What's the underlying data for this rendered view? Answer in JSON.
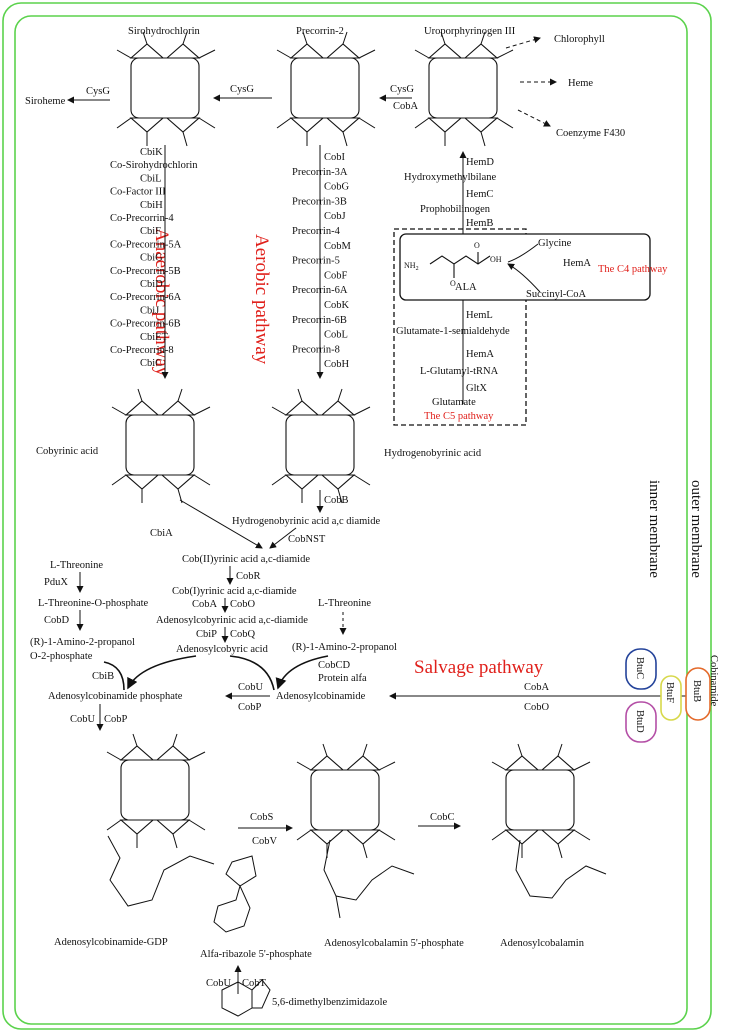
{
  "compartments": {
    "inner_membrane": "inner membrane",
    "outer_membrane": "outer membrane"
  },
  "pathways": {
    "anaerobic": "Anaerobic pathway",
    "aerobic": "Aerobic pathway",
    "salvage": "Salvage pathway",
    "c4": "The C4 pathway",
    "c5": "The C5 pathway"
  },
  "top_molecules": {
    "sirohydrochlorin": "Sirohydrochlorin",
    "precorrin2": "Precorrin-2",
    "uroporphyrinogen": "Uroporphyrinogen III",
    "siroheme": "Siroheme",
    "chlorophyll": "Chlorophyll",
    "heme": "Heme",
    "coenzyme": "Coenzyme F430"
  },
  "top_enzymes": {
    "cysg_left": "CysG",
    "cysg_mid": "CysG",
    "cysg_right": "CysG",
    "coba_uro": "CobA"
  },
  "anaerobic_chain": [
    "CbiK",
    "Co-Sirohydrochlorin",
    "CbiL",
    "Co-Factor III",
    "CbiH",
    "Co-Precorrin-4",
    "CbiF",
    "Co-Precorrin-5A",
    "CbiG",
    "Co-Precorrin-5B",
    "CbiD",
    "Co-Precorrin-6A",
    "CbiJ",
    "Co-Precorrin-6B",
    "CbiET",
    "Co-Precorrin-8",
    "CbiC"
  ],
  "aerobic_chain": [
    "CobI",
    "Precorrin-3A",
    "CobG",
    "Precorrin-3B",
    "CobJ",
    "Precorrin-4",
    "CobM",
    "Precorrin-5",
    "CobF",
    "Precorrin-6A",
    "CobK",
    "Precorrin-6B",
    "CobL",
    "Precorrin-8",
    "CobH"
  ],
  "ala_pathway": {
    "hemd": "HemD",
    "hydroxymethylbilane": "Hydroxymethylbilane",
    "hemc": "HemC",
    "prophobilinogen": "Prophobilinogen",
    "hemb": "HemB",
    "glycine": "Glycine",
    "hema_c4": "HemA",
    "succinyl": "Succinyl-CoA",
    "ala": "ALA",
    "heml": "HemL",
    "glutamate_semialdehyde": "Glutamate-1-semialdehyde",
    "hema_c5": "HemA",
    "glutamyl_trna": "L-Glutamyl-tRNA",
    "gltx": "GltX",
    "glutamate": "Glutamate"
  },
  "corrins": {
    "cobyrinic": "Cobyrinic acid",
    "hydrogenobyrinic": "Hydrogenobyrinic acid"
  },
  "middle": {
    "cobb": "CobB",
    "hba_diamide": "Hydrogenobyrinic acid a,c diamide",
    "cbia": "CbiA",
    "cobnst": "CobNST",
    "cob2": "Cob(II)yrinic acid a,c-diamide",
    "cobr": "CobR",
    "cob1": "Cob(I)yrinic acid a,c-diamide",
    "coba": "CobA",
    "cobo": "CobO",
    "adenosylcobyrinic": "Adenosylcobyrinic acid a,c-diamide",
    "cbip": "CbiP",
    "cobq": "CobQ",
    "adenosylcobyric": "Adenosylcobyric acid",
    "l_threonine_left": "L-Threonine",
    "pdux": "PduX",
    "threonine_phosphate": "L-Threonine-O-phosphate",
    "cobd": "CobD",
    "amino_propanol_phosphate_1": "(R)-1-Amino-2-propanol",
    "amino_propanol_phosphate_2": "O-2-phosphate",
    "l_threonine_right": "L-Threonine",
    "amino_propanol": "(R)-1-Amino-2-propanol",
    "cobcd_1": "CobCD",
    "cobcd_2": "Protein alfa",
    "cbib": "CbiB",
    "adenosylcobinamide_phosphate": "Adenosylcobinamide phosphate",
    "cobu_mid": "CobU",
    "cobp_mid": "CobP",
    "adenosylcobinamide": "Adenosylcobinamide",
    "coba_salvage": "CobA",
    "cobo_salvage": "CobO"
  },
  "transport": {
    "cobinamide": "Cobinamide",
    "btuc": "BtuC",
    "btuf": "BtuF",
    "btub": "BtuB",
    "btud": "BtuD"
  },
  "bottom": {
    "cobu_left": "CobU",
    "cobp_left": "CobP",
    "gdp": "Adenosylcobinamide-GDP",
    "cobs": "CobS",
    "cobv": "CobV",
    "alfa_ribazole": "Alfa-ribazole 5'-phosphate",
    "cobu_bottom": "CobU",
    "cobt": "CobT",
    "dmb": "5,6-dimethylbenzimidazole",
    "cobalamin_phosphate": "Adenosylcobalamin 5'-phosphate",
    "cobc": "CobC",
    "cobalamin": "Adenosylcobalamin"
  },
  "colors": {
    "membrane_line": "#5bd24c",
    "pathway_red": "#e0201b",
    "btuc": "#24439a",
    "btuf": "#d7d84a",
    "btub": "#e46a2b",
    "btud": "#b44fa6"
  }
}
